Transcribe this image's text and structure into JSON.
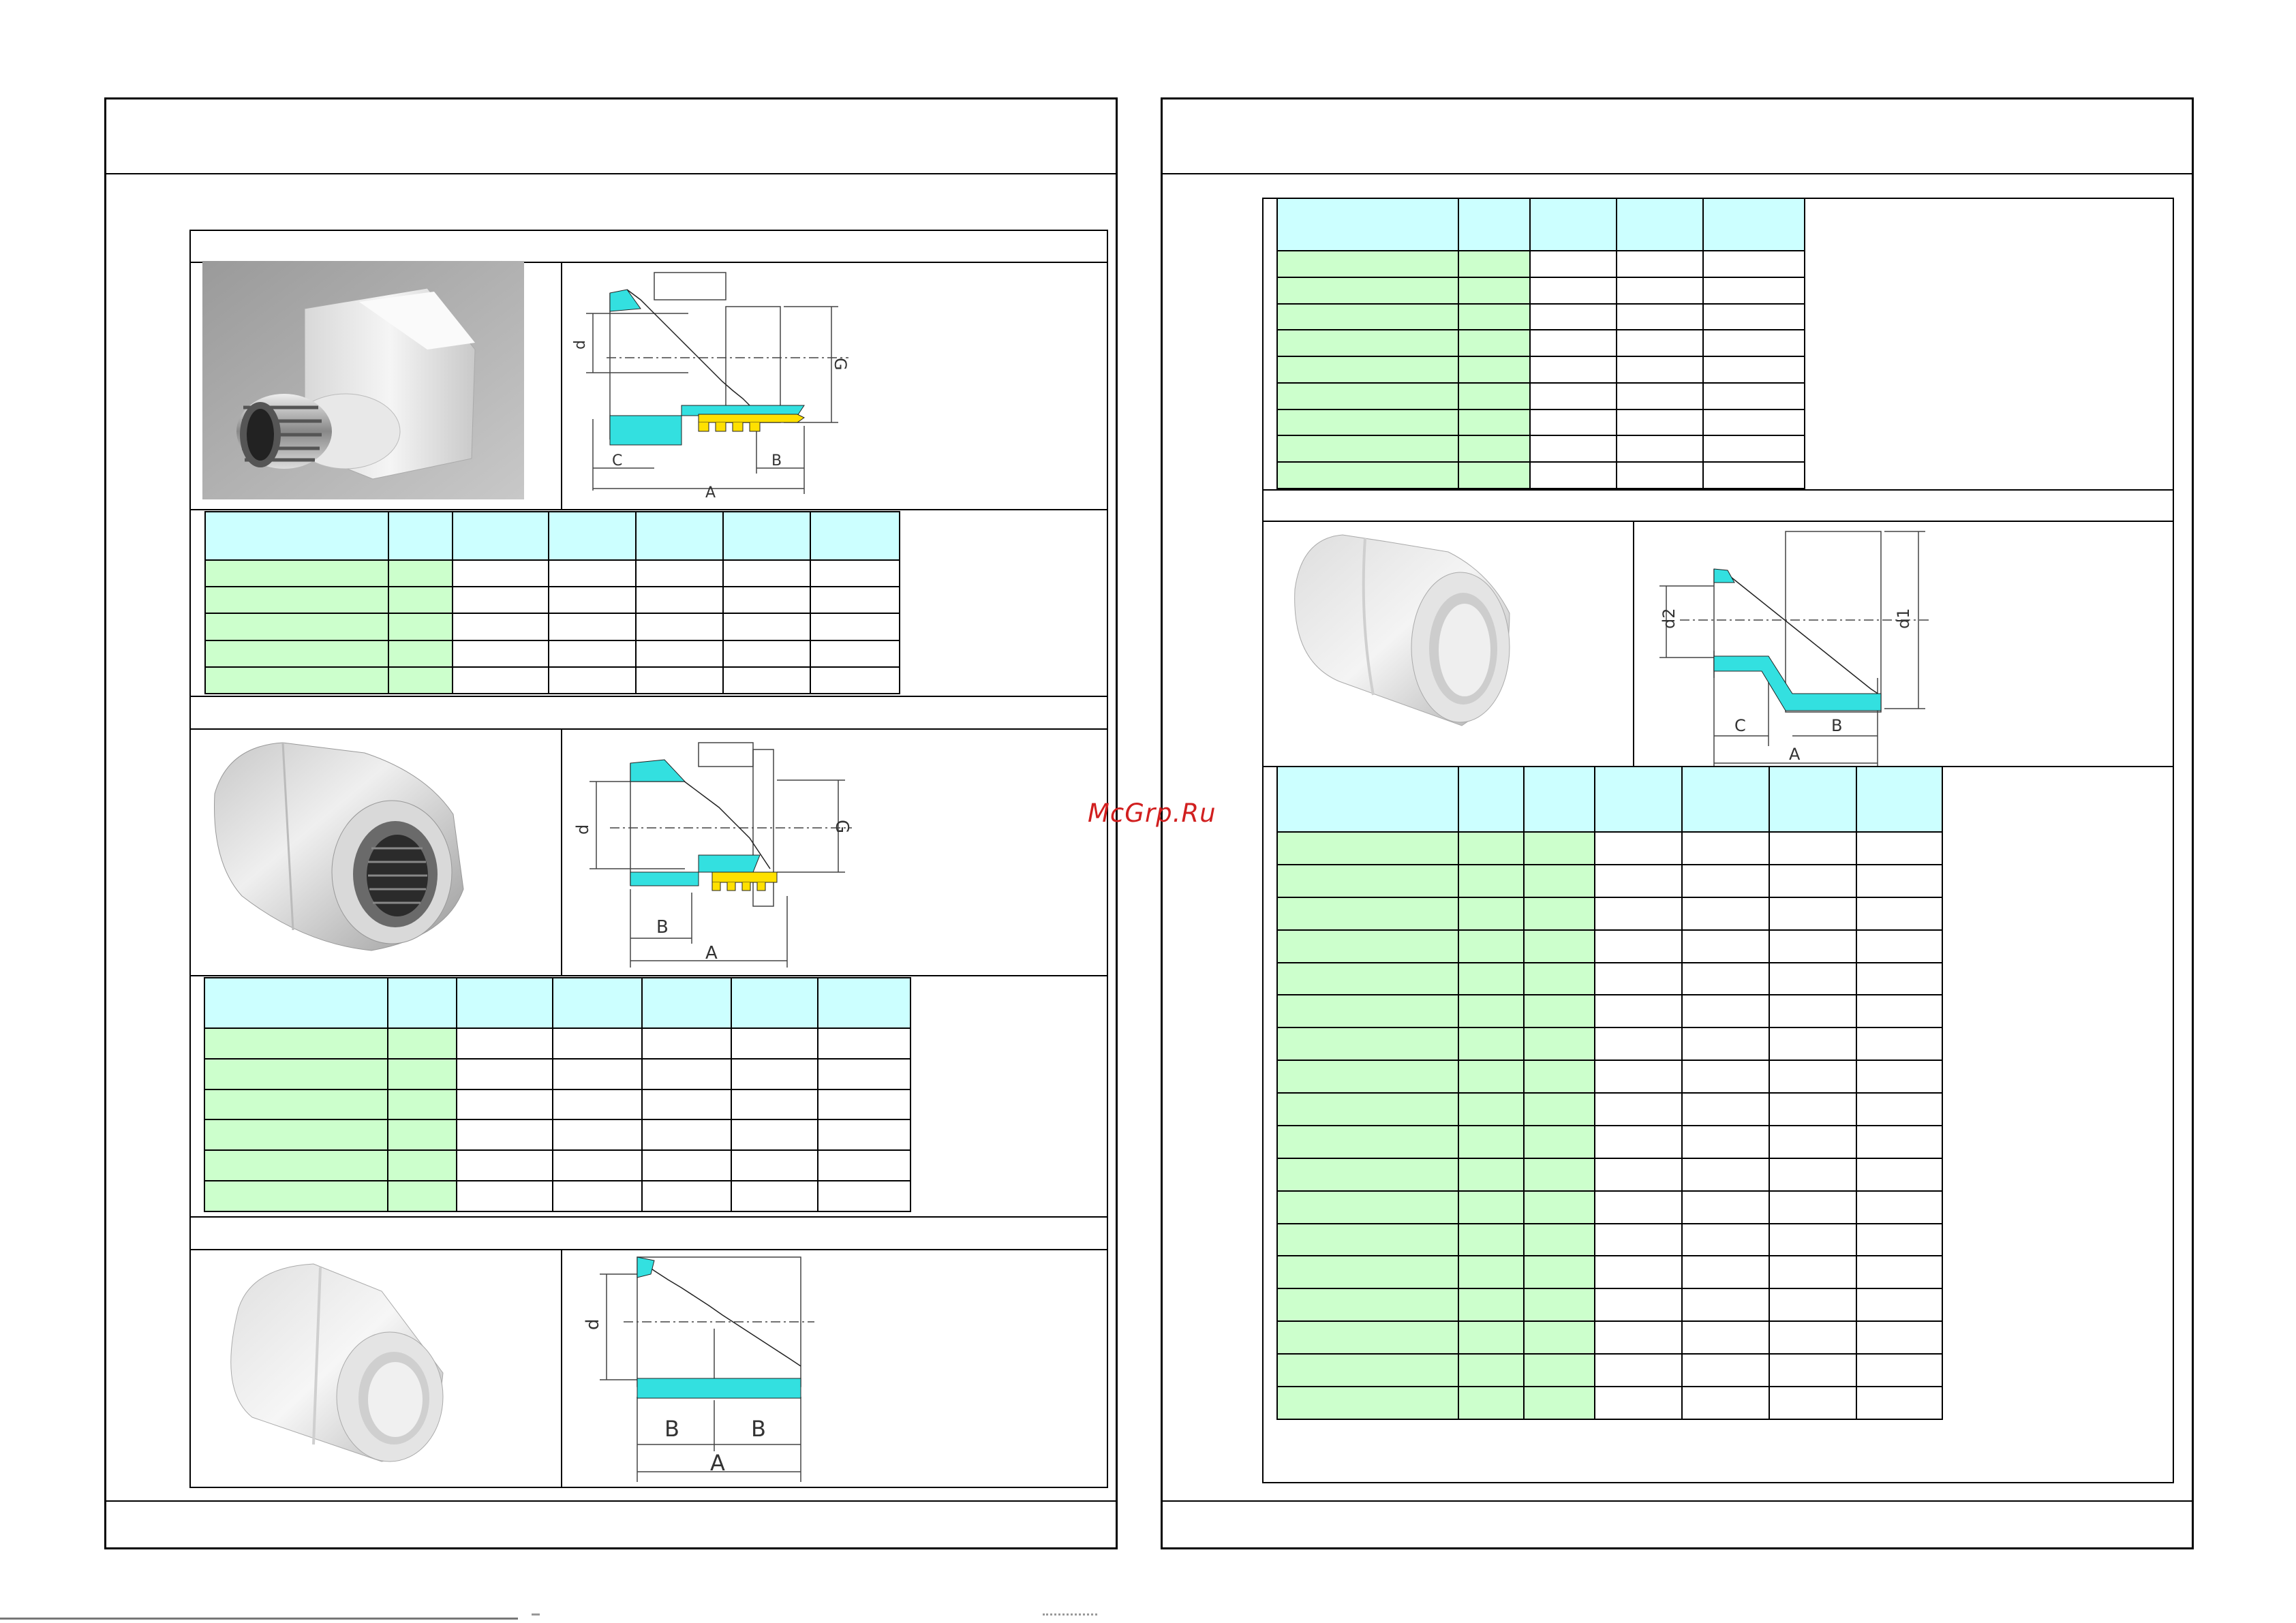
{
  "watermark": "McGrp.Ru",
  "diagram_labels": {
    "d": "d",
    "G": "G",
    "A": "A",
    "B": "B",
    "C": "C",
    "d1": "d1",
    "d2": "d2"
  },
  "colors": {
    "table_header": "#ccffff",
    "table_first_cols": "#ccffcc",
    "plastic_section": "#33e0e0",
    "brass_section": "#ffe000",
    "watermark": "#d11f1f"
  }
}
